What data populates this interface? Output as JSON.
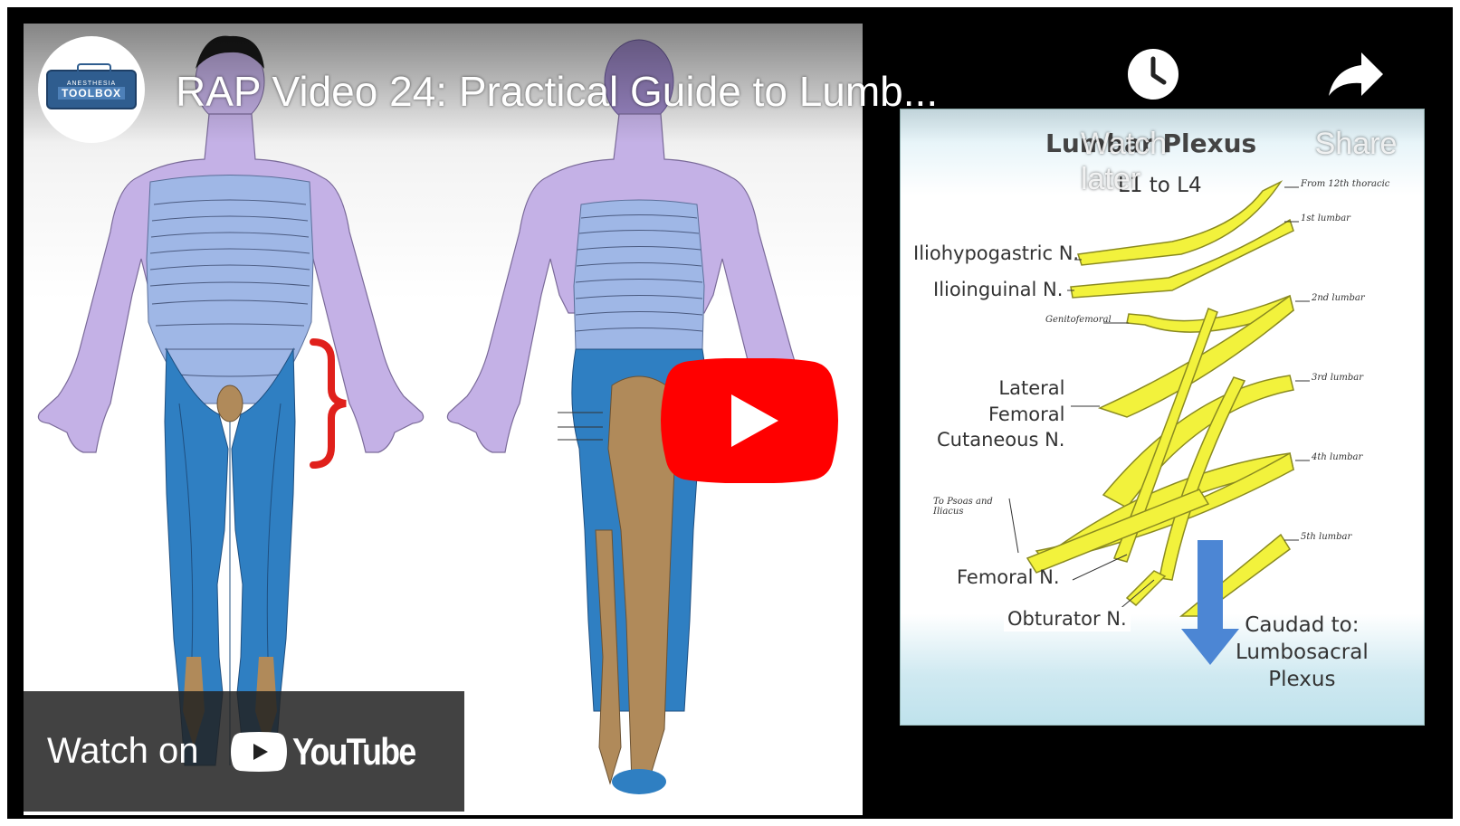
{
  "video": {
    "title": "RAP Video 24: Practical Guide to Lumb...",
    "channel_logo_top": "ANESTHESIA",
    "channel_logo_bottom": "TOOLBOX"
  },
  "actions": {
    "watch_later": "Watch later",
    "share": "Share"
  },
  "footer": {
    "watch_on": "Watch on",
    "youtube": "YouTube"
  },
  "plexus": {
    "title": "Lumbar Plexus",
    "subtitle": "L1 to L4",
    "labels": {
      "iliohypogastric": "Iliohypogastric N.",
      "ilioinguinal": "Ilioinguinal N.",
      "genitofemoral": "Genitofemoral",
      "lateral_femoral": "Lateral\nFemoral\nCutaneous N.",
      "psoas": "To Psoas and\nIliacus",
      "femoral": "Femoral N.",
      "obturator": "Obturator N.",
      "caudad": "Caudad to:\nLumbosacral\nPlexus"
    },
    "roots": [
      "From 12th thoracic",
      "1st lumbar",
      "2nd lumbar",
      "3rd lumbar",
      "4th lumbar",
      "5th lumbar"
    ]
  },
  "colors": {
    "youtube_red": "#ff0000",
    "dermatome_lavender": "#c4b1e6",
    "dermatome_light_blue": "#9fb7e6",
    "dermatome_blue": "#2f7fc2",
    "dermatome_tan": "#b08a5a",
    "nerve_yellow": "#f2f23c",
    "bracket_red": "#e0201b",
    "arrow_blue": "#4c86d4"
  },
  "icons": {
    "watch_later": "clock-icon",
    "share": "share-arrow-icon",
    "play": "youtube-play-icon"
  }
}
